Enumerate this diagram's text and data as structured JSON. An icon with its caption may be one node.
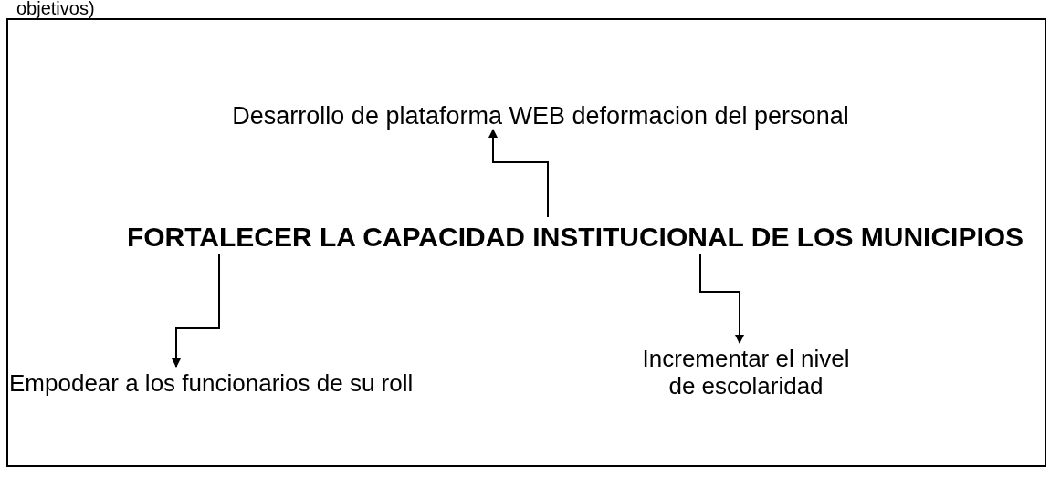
{
  "diagram": {
    "nodes": [
      {
        "text": [],
        "shape": "box"
      },
      {
        "text": [
          "Desarrollo de plataforma WEB deformacion del personal"
        ],
        "in": 0
      },
      {
        "text": [
          "FORTALECER LA CAPACIDAD INSTITUCIONAL DE LOS MUNICIPIOS"
        ],
        "in": 0
      },
      {
        "text": [
          "Empodear a los funcionarios de su roll"
        ],
        "in": 0
      },
      {
        "text": [
          "Incrementar el nivel de escolaridad"
        ],
        "in": 0
      }
    ],
    "edges": [
      {
        "from": 2,
        "to": 1,
        "arrow": "to"
      },
      {
        "from": 2,
        "to": 3,
        "arrow": "to"
      },
      {
        "from": 2,
        "to": 4,
        "arrow": "to"
      }
    ],
    "labels": [
      "objetivos)"
    ]
  }
}
